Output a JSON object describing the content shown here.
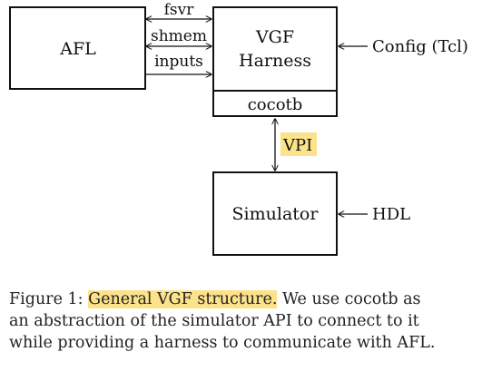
{
  "diagram": {
    "nodes": {
      "afl": "AFL",
      "vgf_line1": "VGF",
      "vgf_line2": "Harness",
      "cocotb": "cocotb",
      "simulator": "Simulator"
    },
    "edges": {
      "fsvr": "fsvr",
      "shmem": "shmem",
      "inputs": "inputs",
      "vpi": "VPI"
    },
    "external_inputs": {
      "config": "Config (Tcl)",
      "hdl": "HDL"
    },
    "colors": {
      "highlight": "#fce28a",
      "stroke": "#111111"
    }
  },
  "caption": {
    "label": "Figure 1:",
    "highlight": "General VGF structure.",
    "line1_rest": "We use cocotb as",
    "line2": "an abstraction of the simulator API to connect to it",
    "line3": "while providing a harness to communicate with AFL."
  }
}
